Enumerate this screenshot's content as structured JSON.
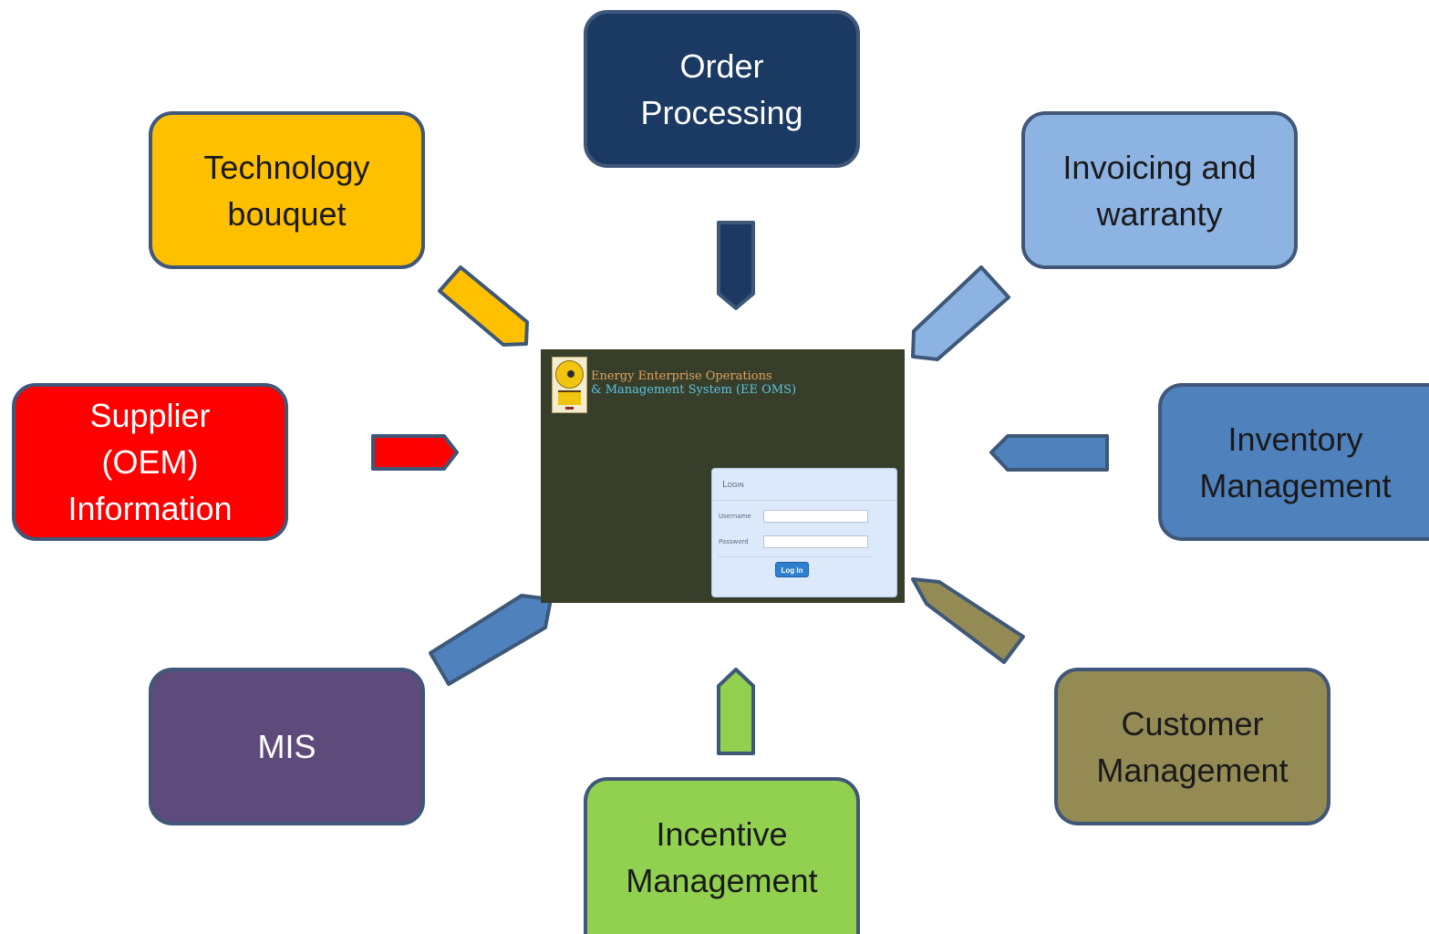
{
  "modules": [
    {
      "id": "order-processing",
      "label": "Order\nProcessing",
      "fill": "#1b3a63",
      "text_color": "#ffffff"
    },
    {
      "id": "technology-bouquet",
      "label": "Technology\nbouquet",
      "fill": "#ffc000",
      "text_color": "#1a1a1a"
    },
    {
      "id": "invoicing-warranty",
      "label": "Invoicing and\nwarranty",
      "fill": "#8db3e2",
      "text_color": "#1a1a1a"
    },
    {
      "id": "supplier-oem-information",
      "label": "Supplier\n(OEM)\nInformation",
      "fill": "#ff0000",
      "text_color": "#ffffff"
    },
    {
      "id": "inventory-management",
      "label": "Inventory\nManagement",
      "fill": "#4f81bd",
      "text_color": "#1a1a1a"
    },
    {
      "id": "mis",
      "label": "MIS",
      "fill": "#5f4b7b",
      "text_color": "#ffffff"
    },
    {
      "id": "incentive-management",
      "label": "Incentive\nManagement",
      "fill": "#92d050",
      "text_color": "#1a1a1a"
    },
    {
      "id": "customer-management",
      "label": "Customer\nManagement",
      "fill": "#948a54",
      "text_color": "#1a1a1a"
    }
  ],
  "arrows": [
    {
      "from": "order-processing",
      "fill": "#1b3a63"
    },
    {
      "from": "technology-bouquet",
      "fill": "#ffc000"
    },
    {
      "from": "invoicing-warranty",
      "fill": "#8db3e2"
    },
    {
      "from": "supplier-oem-information",
      "fill": "#ff0000"
    },
    {
      "from": "inventory-management",
      "fill": "#4f81bd"
    },
    {
      "from": "mis",
      "fill": "#4f81bd"
    },
    {
      "from": "incentive-management",
      "fill": "#92d050"
    },
    {
      "from": "customer-management",
      "fill": "#948a54"
    }
  ],
  "screen": {
    "title_line1": "Energy Enterprise Operations",
    "title_line2": "& Management System (EE OMS)",
    "login": {
      "heading": "Login",
      "username_label": "Username",
      "password_label": "Password",
      "button_label": "Log In"
    }
  }
}
